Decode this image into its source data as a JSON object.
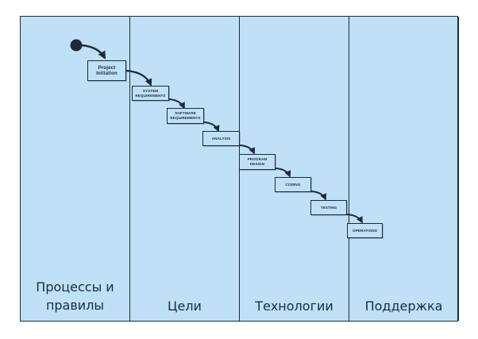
{
  "lanes": [
    {
      "label": "Процессы и правилы"
    },
    {
      "label": "Цели"
    },
    {
      "label": "Технологии"
    },
    {
      "label": "Поддержка"
    }
  ],
  "steps": [
    {
      "label": "Project Initiation"
    },
    {
      "label": "System Requirements"
    },
    {
      "label": "Software Requirements"
    },
    {
      "label": "Analysis"
    },
    {
      "label": "Program Design"
    },
    {
      "label": "Coding"
    },
    {
      "label": "Testing"
    },
    {
      "label": "Operations"
    }
  ],
  "colors": {
    "lane_fill": "#bfe0f6",
    "line": "#1c2b3a",
    "start_node": "#1c2b3a"
  }
}
